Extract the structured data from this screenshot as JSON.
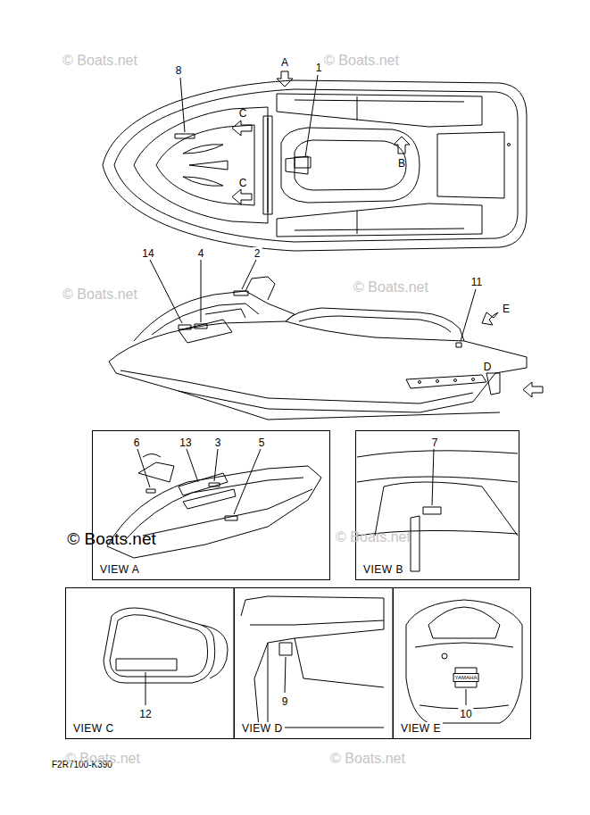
{
  "diagram": {
    "nodes": [
      {
        "text": [
          "VIEW A"
        ]
      },
      {
        "text": [
          "VIEW B"
        ]
      },
      {
        "text": [
          "VIEW C"
        ]
      },
      {
        "text": [
          "VIEW D"
        ]
      },
      {
        "text": [
          "VIEW E"
        ]
      }
    ],
    "labels": [
      "A",
      "1",
      "8",
      "C",
      "B",
      "C",
      "14",
      "4",
      "2",
      "11",
      "E",
      "D",
      "6",
      "13",
      "3",
      "5",
      "7",
      "12",
      "9",
      "10",
      "YAMAHA",
      "F2R7100-K390",
      "© Boats.net",
      "© Boats.net",
      "© Boats.net",
      "© Boats.net",
      "© Boats.net",
      "© Boats.net",
      "© Boats.net",
      "© Boats.net"
    ]
  }
}
